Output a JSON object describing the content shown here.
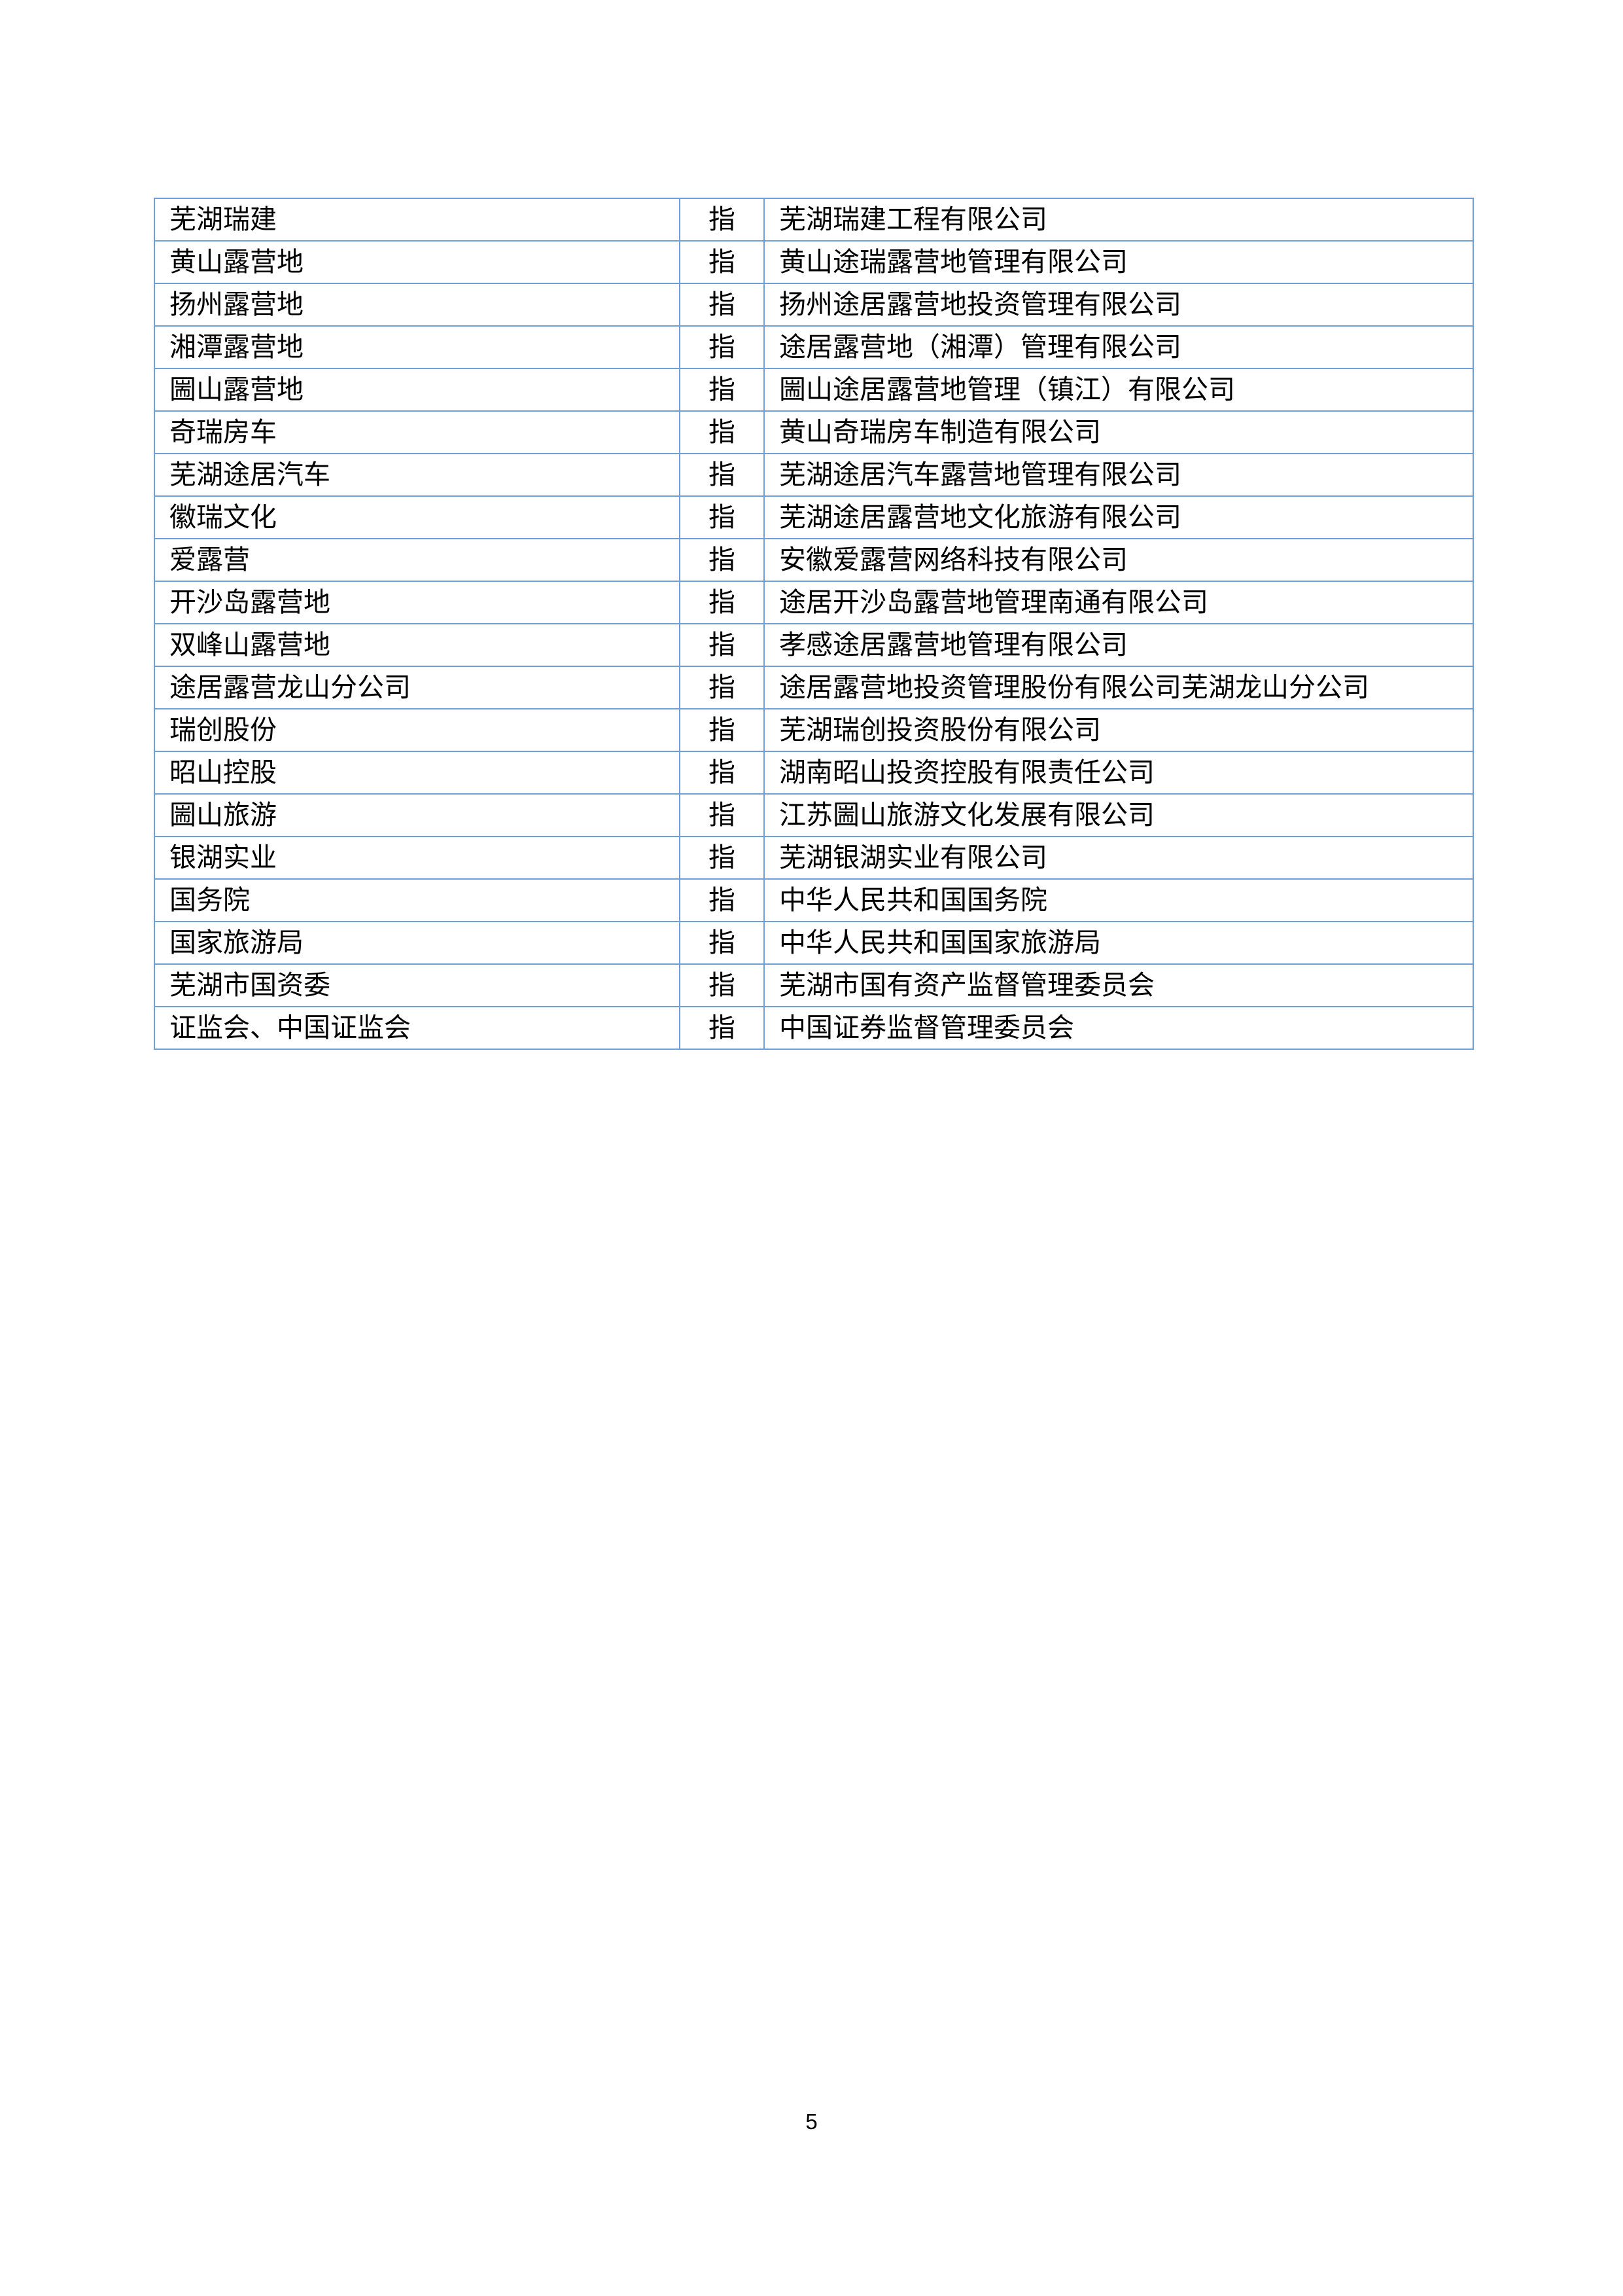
{
  "table": {
    "rows": [
      {
        "term": "芜湖瑞建",
        "rel": "指",
        "definition": "芜湖瑞建工程有限公司"
      },
      {
        "term": "黄山露营地",
        "rel": "指",
        "definition": "黄山途瑞露营地管理有限公司"
      },
      {
        "term": "扬州露营地",
        "rel": "指",
        "definition": "扬州途居露营地投资管理有限公司"
      },
      {
        "term": "湘潭露营地",
        "rel": "指",
        "definition": "途居露营地（湘潭）管理有限公司"
      },
      {
        "term": "圌山露营地",
        "rel": "指",
        "definition": "圌山途居露营地管理（镇江）有限公司"
      },
      {
        "term": "奇瑞房车",
        "rel": "指",
        "definition": "黄山奇瑞房车制造有限公司"
      },
      {
        "term": "芜湖途居汽车",
        "rel": "指",
        "definition": "芜湖途居汽车露营地管理有限公司"
      },
      {
        "term": "徽瑞文化",
        "rel": "指",
        "definition": "芜湖途居露营地文化旅游有限公司"
      },
      {
        "term": "爱露营",
        "rel": "指",
        "definition": "安徽爱露营网络科技有限公司"
      },
      {
        "term": "开沙岛露营地",
        "rel": "指",
        "definition": "途居开沙岛露营地管理南通有限公司"
      },
      {
        "term": "双峰山露营地",
        "rel": "指",
        "definition": "孝感途居露营地管理有限公司"
      },
      {
        "term": "途居露营龙山分公司",
        "rel": "指",
        "definition": "途居露营地投资管理股份有限公司芜湖龙山分公司"
      },
      {
        "term": "瑞创股份",
        "rel": "指",
        "definition": "芜湖瑞创投资股份有限公司"
      },
      {
        "term": "昭山控股",
        "rel": "指",
        "definition": "湖南昭山投资控股有限责任公司"
      },
      {
        "term": "圌山旅游",
        "rel": "指",
        "definition": "江苏圌山旅游文化发展有限公司"
      },
      {
        "term": "银湖实业",
        "rel": "指",
        "definition": "芜湖银湖实业有限公司"
      },
      {
        "term": "国务院",
        "rel": "指",
        "definition": "中华人民共和国国务院"
      },
      {
        "term": "国家旅游局",
        "rel": "指",
        "definition": "中华人民共和国国家旅游局"
      },
      {
        "term": "芜湖市国资委",
        "rel": "指",
        "definition": "芜湖市国有资产监督管理委员会"
      },
      {
        "term": "证监会、中国证监会",
        "rel": "指",
        "definition": "中国证券监督管理委员会"
      }
    ]
  },
  "page_number": "5"
}
